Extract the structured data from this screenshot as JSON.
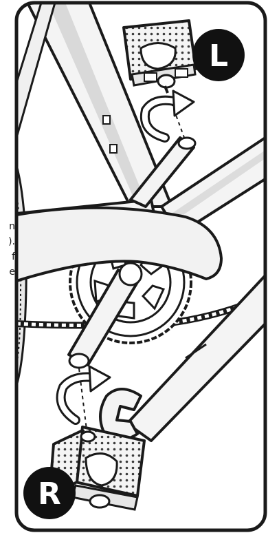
{
  "side_text": {
    "lines": [
      "n",
      ").",
      "f",
      "e"
    ]
  },
  "badges": {
    "left": "L",
    "right": "R"
  },
  "icons": [
    "rotate-arrow-left-pedal-icon",
    "rotate-arrow-right-pedal-icon",
    "wrench-icon",
    "pedal-icon"
  ],
  "colors": {
    "ink": "#1a1a1a",
    "frame_fill": "#f4f4f4",
    "shadow": "#d6d6d6",
    "badge": "#111111"
  }
}
